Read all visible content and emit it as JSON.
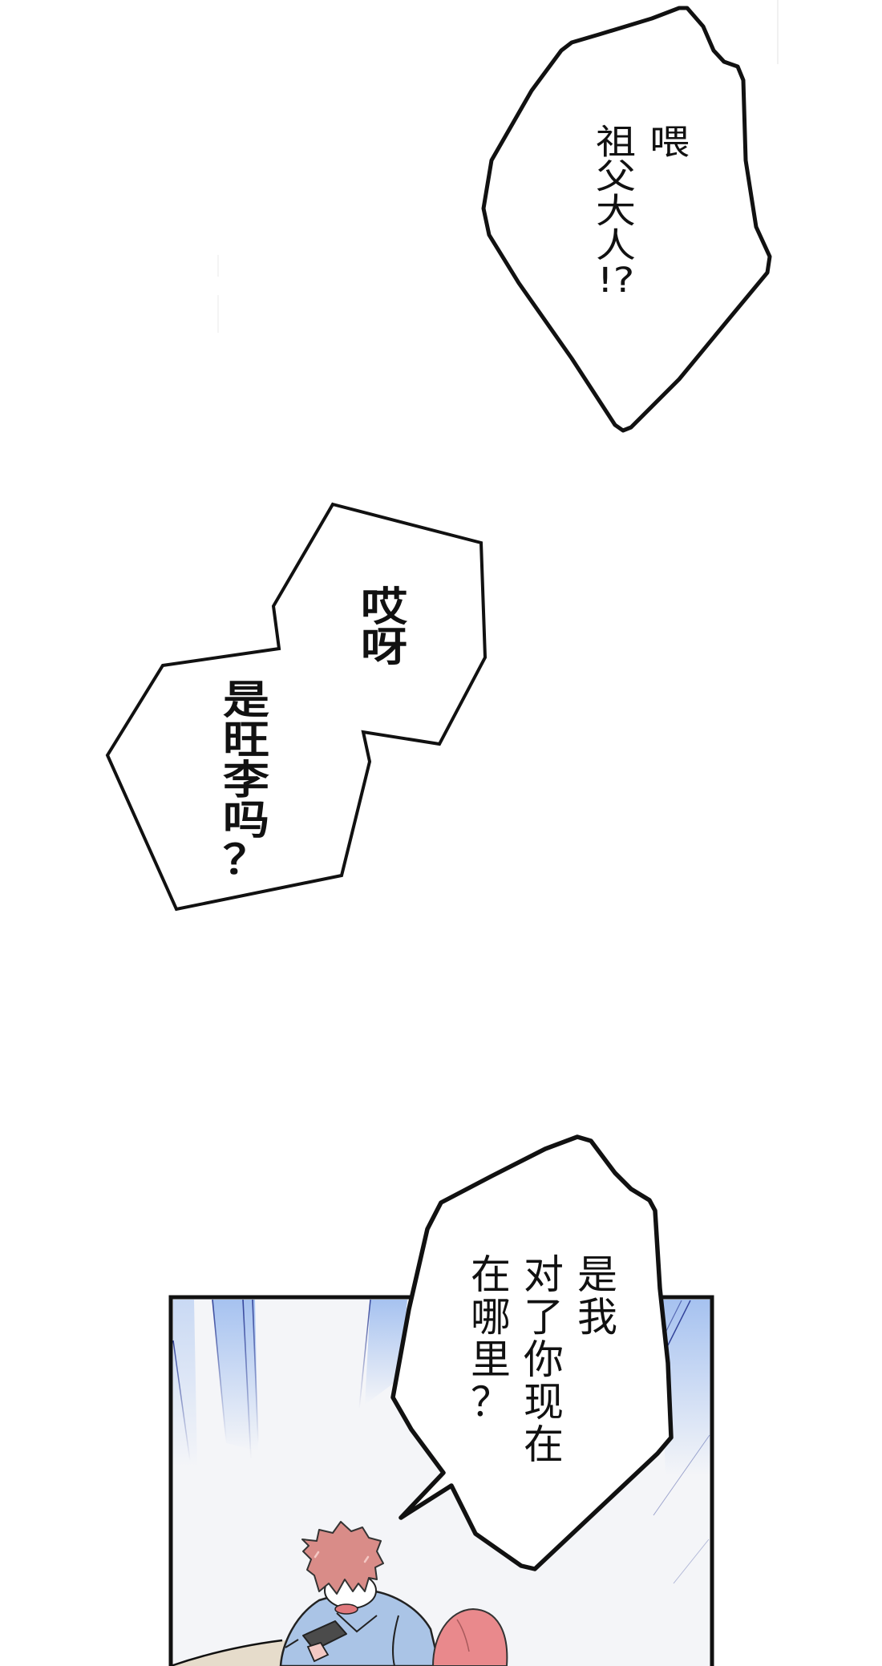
{
  "bubbles": [
    {
      "lines": [
        "喂",
        "祖父大人!?"
      ]
    },
    {
      "lines": [
        "哎呀",
        "是旺李吗？"
      ]
    },
    {
      "lines": [
        "是我",
        "对了你现在",
        "在哪里？"
      ]
    }
  ],
  "colors": {
    "panel-bg": "#f4f5f8",
    "sky-blue": "#a6c2f0",
    "speed-line": "#34449a",
    "hair": "#d98c88",
    "shirt": "#aac4e6",
    "floor": "#e6dccb",
    "second-hair": "#e9898c",
    "ink": "#111111"
  }
}
